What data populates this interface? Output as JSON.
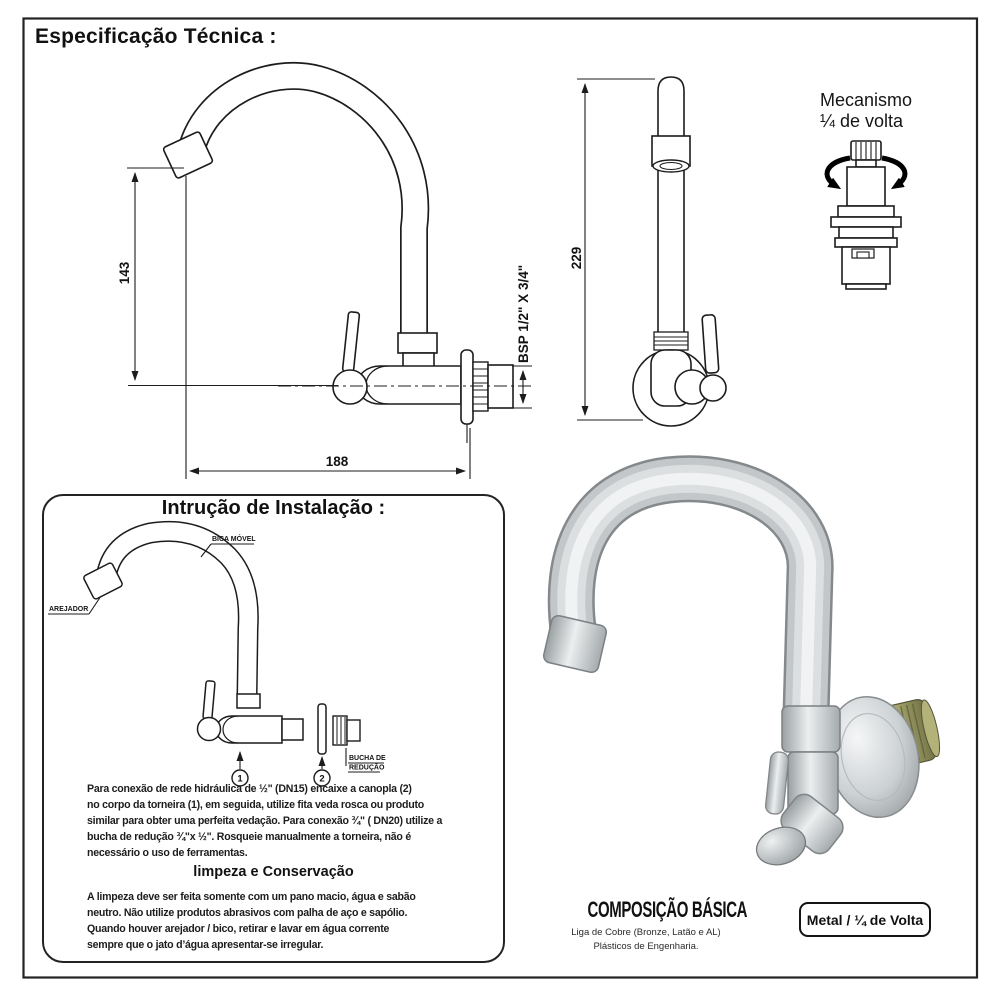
{
  "page": {
    "title": "Especificação Técnica :"
  },
  "mechanism": {
    "label_line1": "Mecanismo",
    "label_line2": "¼ de volta"
  },
  "front_view": {
    "dim_height": "143",
    "dim_width": "188",
    "dim_thread": "BSP 1/2\" X 3/4\""
  },
  "side_view": {
    "dim_height": "229"
  },
  "installation": {
    "title": "Intrução de Instalação :",
    "labels": {
      "spout": "BICA MÓVEL",
      "aerator": "AREJADOR",
      "bushing_line1": "BUCHA DE",
      "bushing_line2": "REDUÇÃO",
      "callout1": "1",
      "callout2": "2"
    },
    "para1": [
      "Para conexão de rede hidráulica de ½\" (DN15) encaixe a canopla (2)",
      "no corpo da torneira (1), em seguida, utilize fita veda rosca ou produto",
      "similar para obter uma perfeita vedação. Para conexão ¾\" ( DN20) utilize a",
      "bucha de redução ¾\"x ½\".  Rosqueie manualmente a torneira, não é",
      "necessário o uso de ferramentas."
    ],
    "subheading": "limpeza e Conservação",
    "para2": [
      "A limpeza deve ser feita somente com um pano macio, água e sabão",
      "neutro. Não utilize produtos  abrasivos com palha de aço e sapólio.",
      "Quando houver arejador / bico, retirar e lavar em água corrente",
      "sempre que o jato d’água apresentar-se irregular."
    ]
  },
  "composition": {
    "title": "COMPOSIÇÃO BÁSICA",
    "line1": "Liga de Cobre (Bronze, Latão e AL)",
    "line2": "Plásticos de Engenharia."
  },
  "badge": {
    "label": "Metal / ¼ de Volta"
  },
  "colors": {
    "line": "#1c1c1c",
    "chrome_light": "#f1f2f3",
    "chrome_mid": "#c3c7c9",
    "chrome_dark": "#84898c",
    "brass": "#96965f"
  }
}
